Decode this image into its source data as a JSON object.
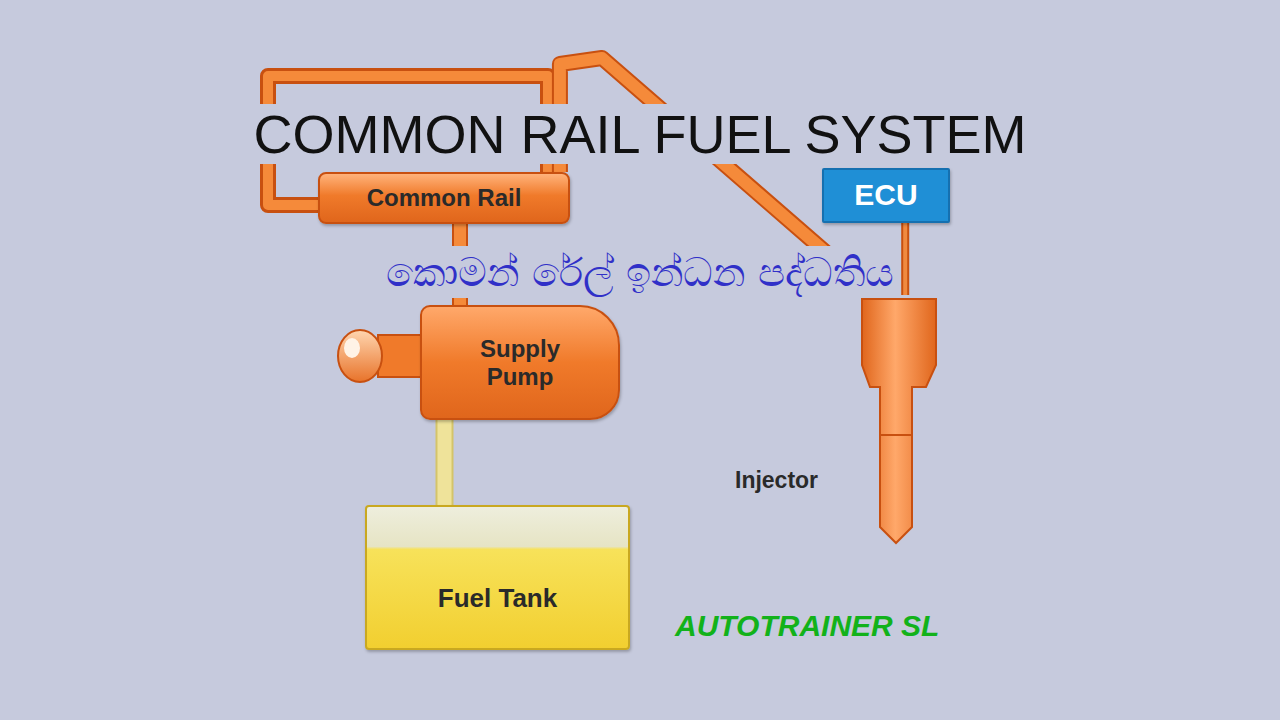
{
  "diagram": {
    "title": "COMMON RAIL FUEL SYSTEM",
    "nodes": [
      {
        "text": [
          "Common Rail"
        ]
      },
      {
        "text": [
          "ECU"
        ]
      },
      {
        "text": [
          "Supply Pump"
        ]
      },
      {
        "text": [
          "Injector"
        ]
      },
      {
        "text": [
          "Fuel Tank"
        ]
      }
    ],
    "edges": [
      {
        "from": 4,
        "to": 2,
        "arrow": "none"
      },
      {
        "from": 2,
        "to": 0,
        "arrow": "none"
      },
      {
        "from": 0,
        "to": 3,
        "arrow": "none"
      },
      {
        "from": 1,
        "to": 3,
        "arrow": "none"
      }
    ],
    "labels": [
      "කොමන් රේල් ඉන්ධන පද්ධතිය",
      "AUTOTRAINER SL"
    ]
  }
}
